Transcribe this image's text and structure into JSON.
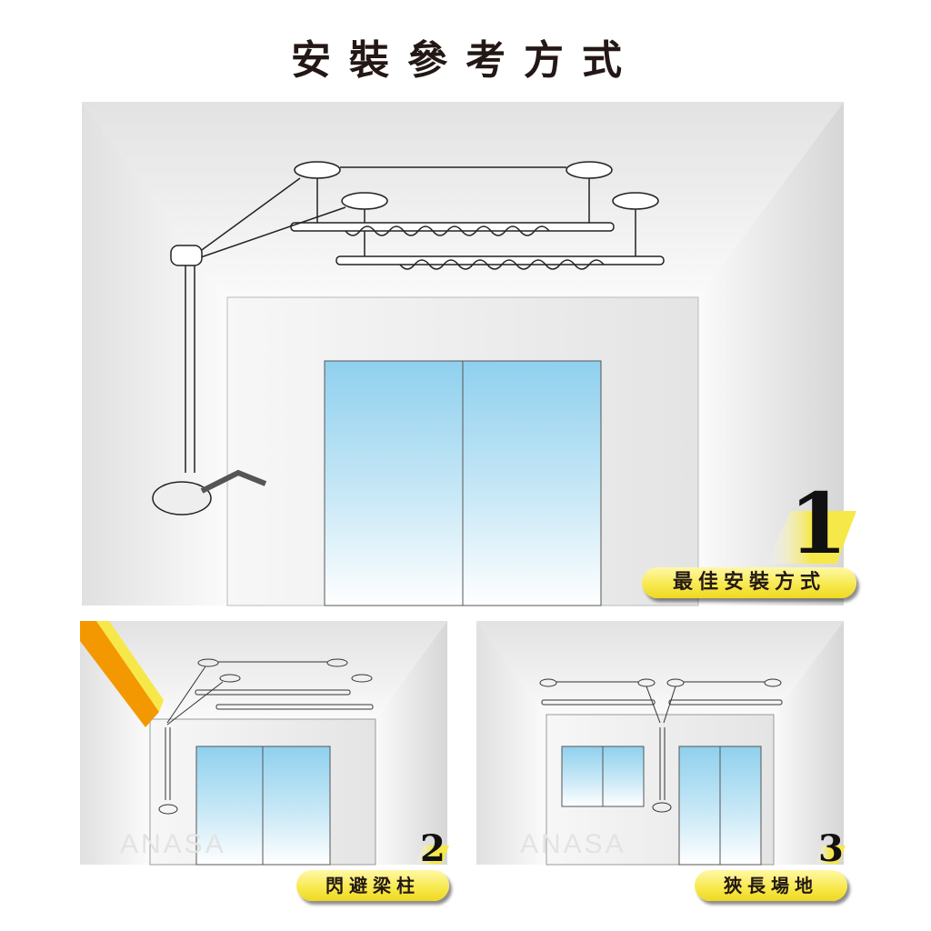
{
  "title": "安裝參考方式",
  "panels": [
    {
      "number": "1",
      "label": "最佳安裝方式"
    },
    {
      "number": "2",
      "label": "閃避梁柱"
    },
    {
      "number": "3",
      "label": "狹長場地"
    }
  ],
  "watermark": "ANASA",
  "colors": {
    "accent": "#f5e43c",
    "beam": "#f39800",
    "glass": "#8fd0ee"
  }
}
